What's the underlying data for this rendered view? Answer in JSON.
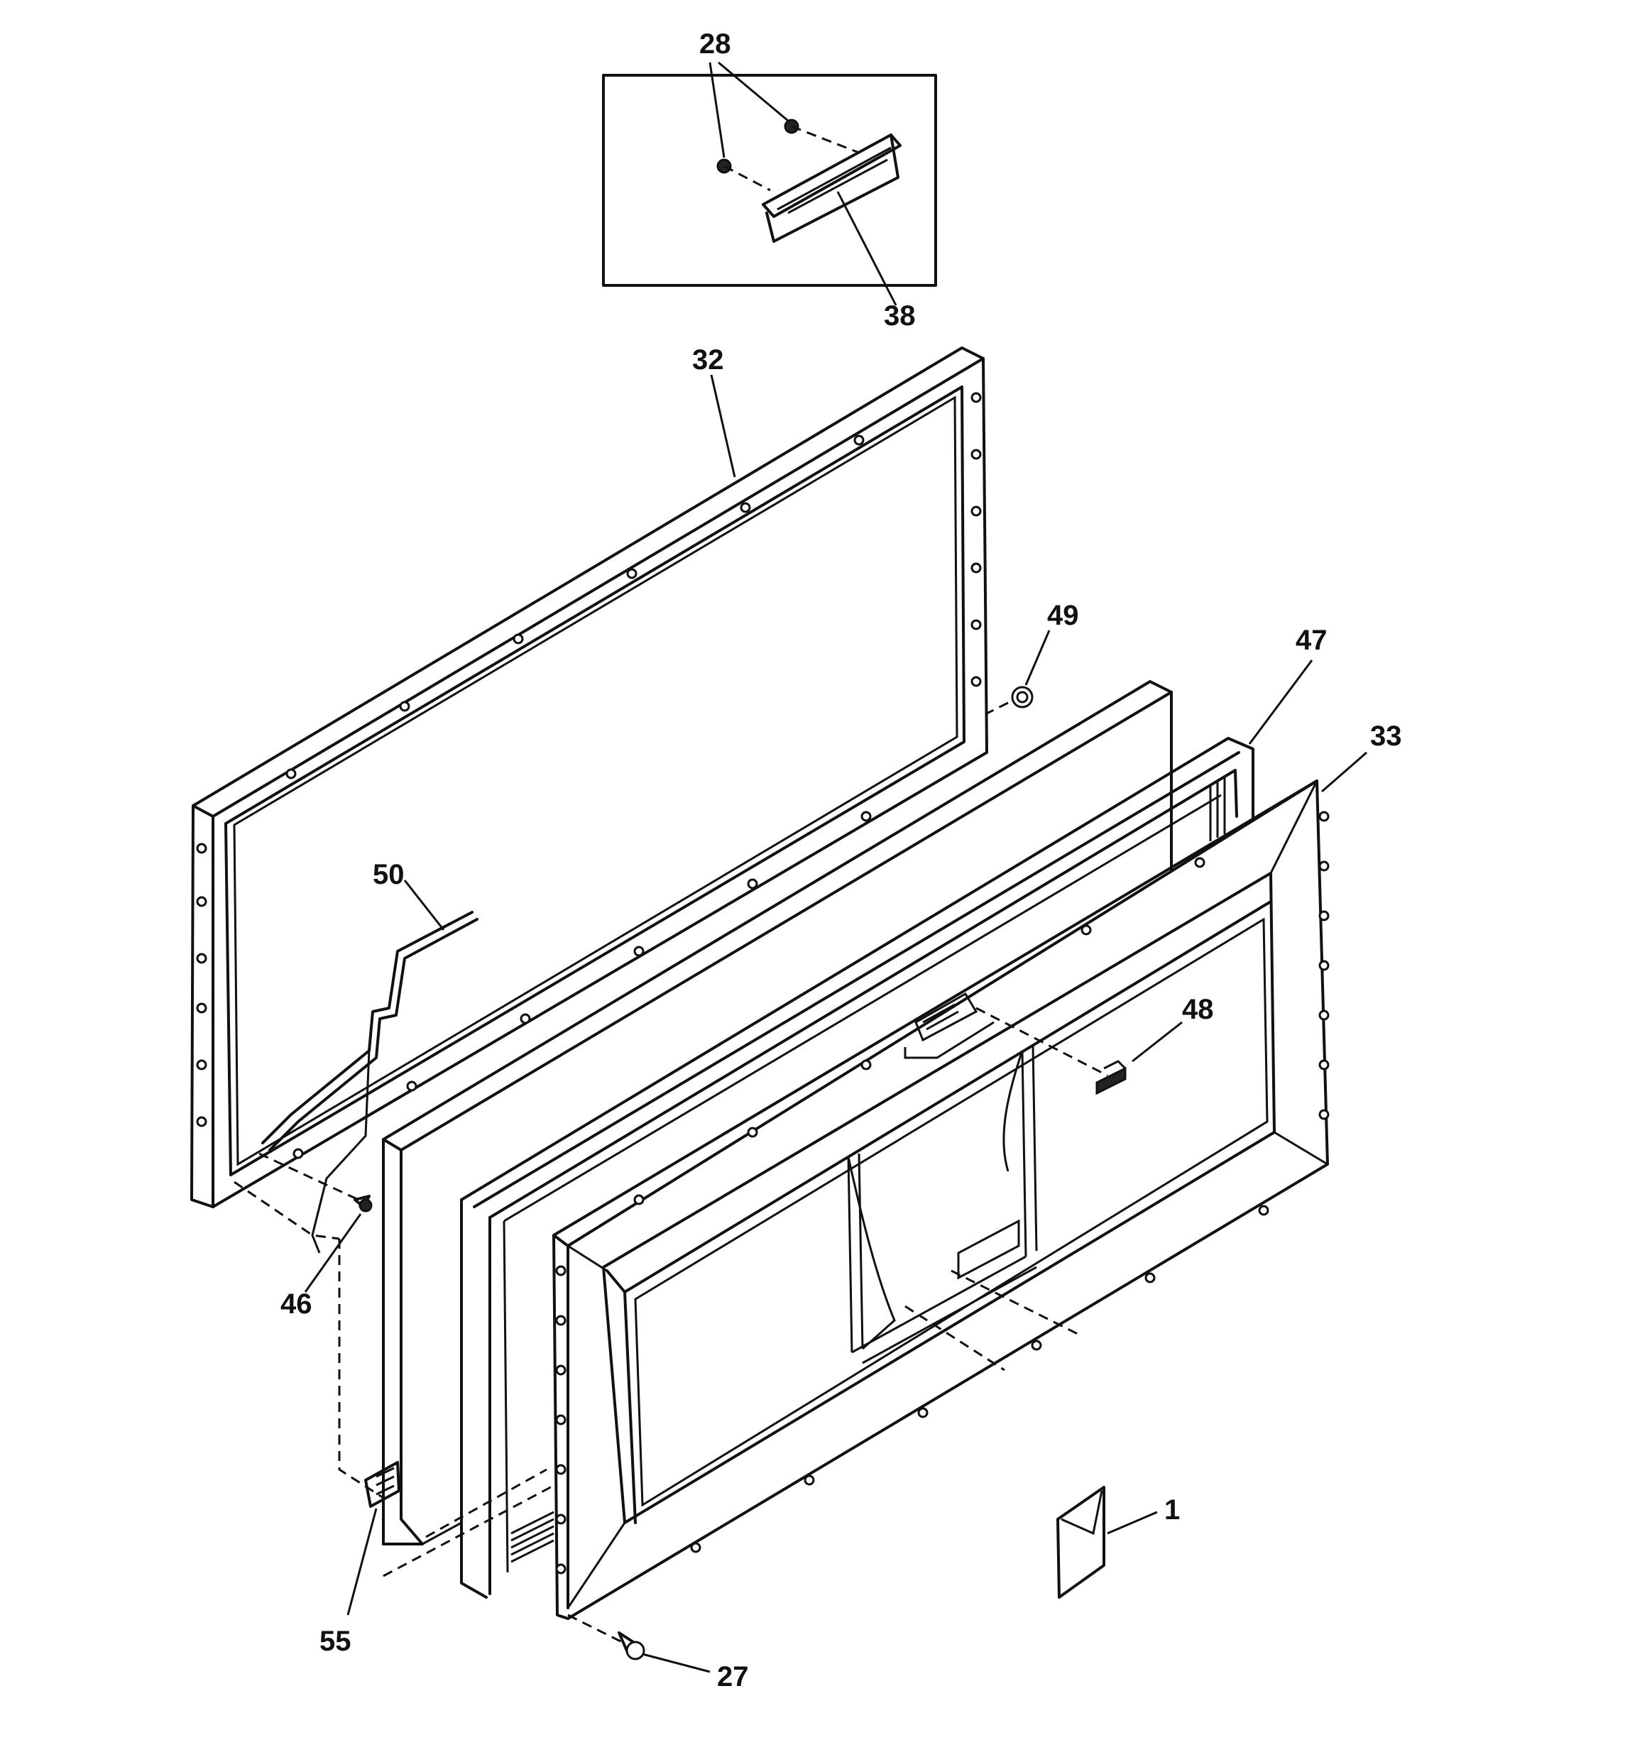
{
  "callouts": {
    "c28": "28",
    "c38": "38",
    "c32": "32",
    "c49": "49",
    "c47": "47",
    "c33": "33",
    "c50": "50",
    "c48": "48",
    "c46": "46",
    "c1": "1",
    "c55": "55",
    "c27": "27"
  }
}
